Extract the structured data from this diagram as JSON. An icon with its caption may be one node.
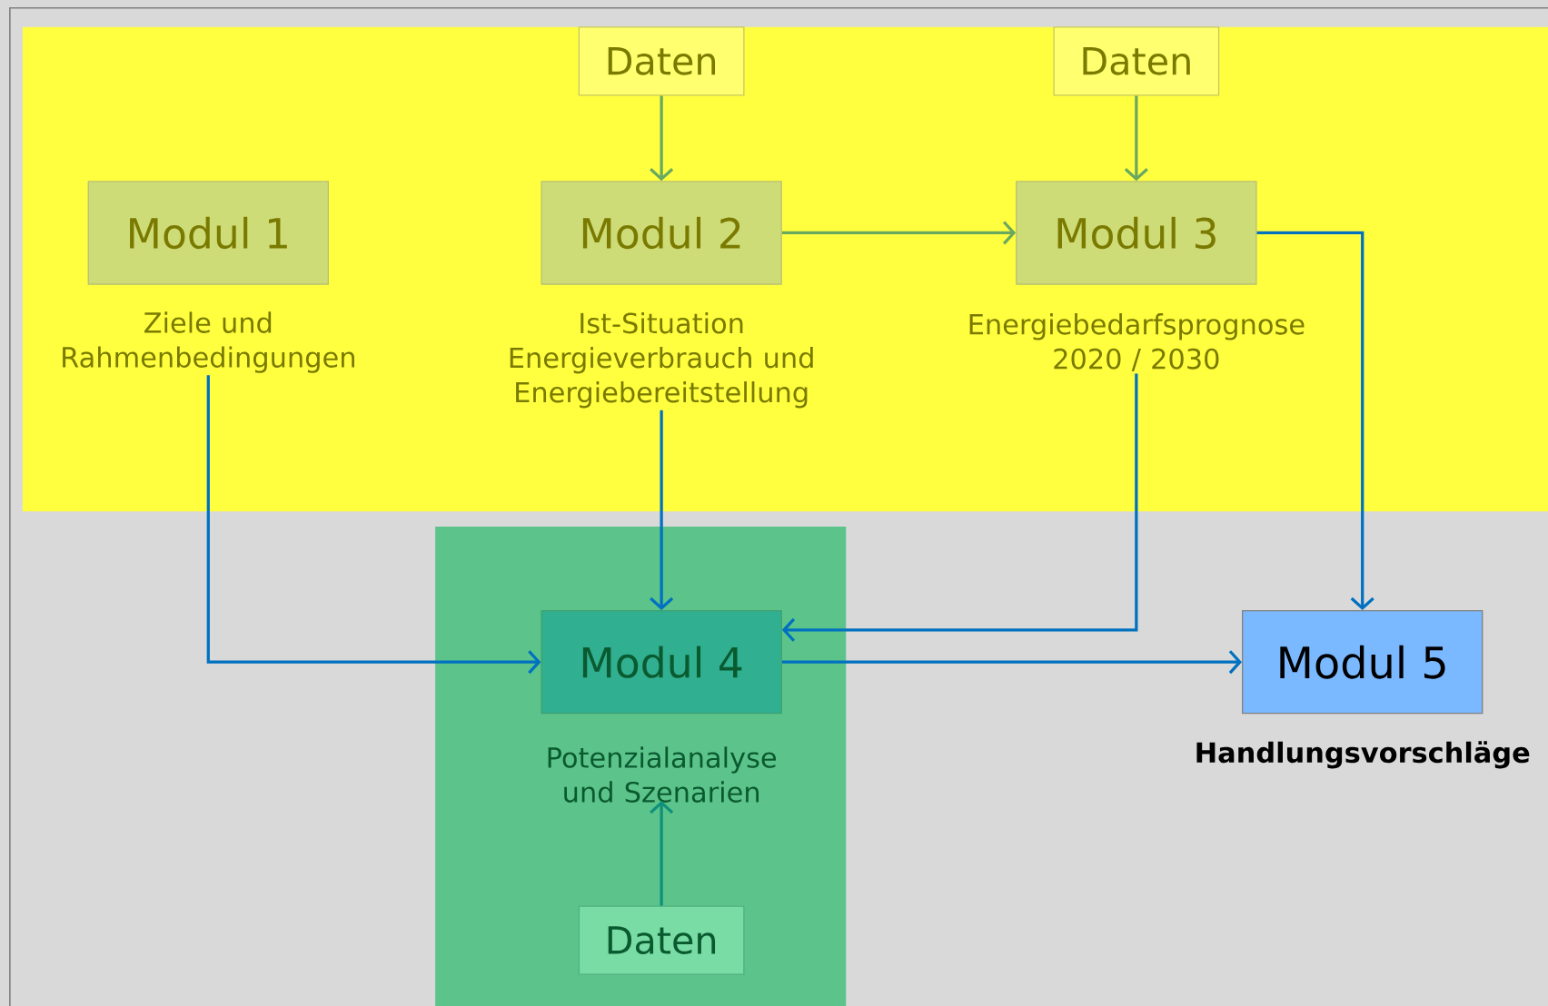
{
  "diagram": {
    "nodes": [
      {
        "text": [],
        "shape": "band"
      },
      {
        "text": [
          "Daten"
        ],
        "in": 0
      },
      {
        "text": [
          "Daten"
        ],
        "in": 0
      },
      {
        "text": [
          "Modul 1"
        ],
        "beside": [
          "Ziele und Rahmenbedingungen"
        ],
        "in": 0
      },
      {
        "text": [
          "Modul 2"
        ],
        "beside": [
          "Ist-Situation Energieverbrauch und Energiebereitstellung"
        ],
        "in": 0
      },
      {
        "text": [
          "Modul 3"
        ],
        "beside": [
          "Energiebedarfsprognose 2020 / 2030"
        ],
        "in": 0
      },
      {
        "text": [],
        "shape": "band"
      },
      {
        "text": [
          "Modul 4"
        ],
        "beside": [
          "Potenzialanalyse und Szenarien"
        ],
        "in": 6
      },
      {
        "text": [
          "Daten"
        ],
        "in": 6
      },
      {
        "text": [
          "Modul 5"
        ],
        "beside": [
          "Handlungsvorschläge"
        ]
      }
    ],
    "edges": [
      {
        "from": 1,
        "to": 4,
        "arrow": "to",
        "color": "#6aa860"
      },
      {
        "from": 2,
        "to": 5,
        "arrow": "to",
        "color": "#6aa860"
      },
      {
        "from": 4,
        "to": 5,
        "arrow": "to",
        "color": "#6aa860"
      },
      {
        "from": 3,
        "to": 7,
        "arrow": "to"
      },
      {
        "from": 4,
        "to": 7,
        "arrow": "to"
      },
      {
        "from": 5,
        "to": 7,
        "arrow": "to"
      },
      {
        "from": 5,
        "to": 9,
        "arrow": "to"
      },
      {
        "from": 7,
        "to": 9,
        "arrow": "to"
      },
      {
        "from": 8,
        "to": 7,
        "arrow": "to",
        "color": "#10907a"
      }
    ]
  }
}
